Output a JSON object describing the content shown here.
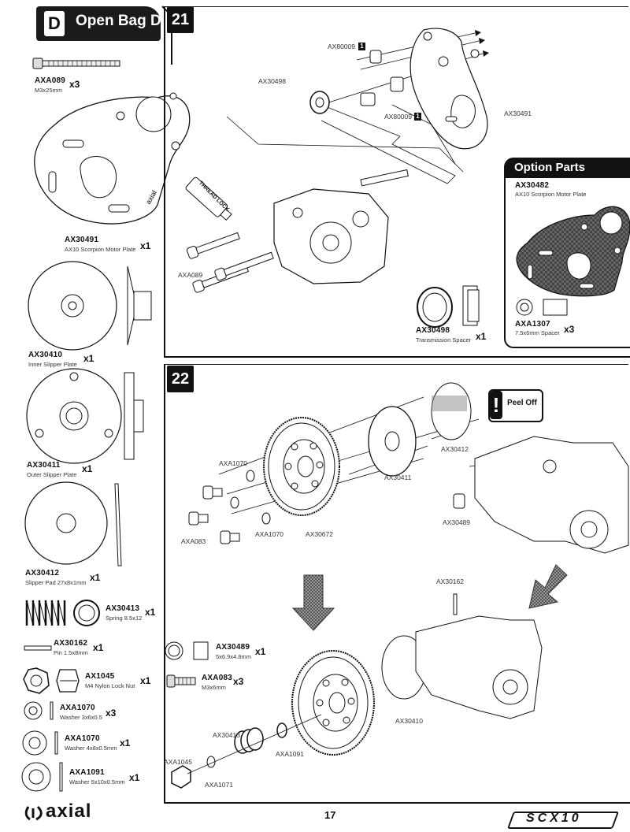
{
  "bag": {
    "letter": "D",
    "title": "Open Bag D"
  },
  "parts": [
    {
      "code": "AXA089",
      "desc": "M3x25mm",
      "qty": "x3"
    },
    {
      "code": "AX30491",
      "desc": "AX10 Scorpion Motor Plate",
      "qty": "x1"
    },
    {
      "code": "AX30410",
      "desc": "Inner Slipper Plate",
      "qty": "x1"
    },
    {
      "code": "AX30411",
      "desc": "Outer Slipper Plate",
      "qty": "x1"
    },
    {
      "code": "AX30412",
      "desc": "Slipper Pad 27x8x1mm",
      "qty": "x1"
    },
    {
      "code": "AX30413",
      "desc": "Spring 8.5x12",
      "qty": "x1"
    },
    {
      "code": "AX30162",
      "desc": "Pin 1.5x8mm",
      "qty": "x1"
    },
    {
      "code": "AX1045",
      "desc": "M4 Nylon Lock Nut",
      "qty": "x1"
    },
    {
      "code": "AXA1070",
      "desc": "Washer 3x6x0.5",
      "qty": "x3"
    },
    {
      "code": "AXA1070",
      "desc": "Washer 4x8x0.5mm",
      "qty": "x1"
    },
    {
      "code": "AXA1091",
      "desc": "Washer 5x10x0.5mm",
      "qty": "x1"
    },
    {
      "code": "AX30489",
      "desc": "5x6.9x4.8mm",
      "qty": "x1"
    },
    {
      "code": "AXA083",
      "desc": "M3x6mm",
      "qty": "x3"
    }
  ],
  "step21": {
    "number": "21",
    "labels": {
      "ax80009_top": "AX80009",
      "ax30498": "AX30498",
      "ax80009_mid": "AX80009",
      "ax30491": "AX30491",
      "axa089": "AXA089",
      "thread_lock": "THREAD LOCK"
    },
    "callout_badge": "1",
    "extra_part": {
      "code": "AX30498",
      "desc": "Transmission Spacer",
      "qty": "x1"
    }
  },
  "option": {
    "title": "Option Parts",
    "part1": {
      "code": "AX30482",
      "desc": "AX10 Scorpion Motor Plate"
    },
    "part2": {
      "code": "AXA1307",
      "desc": "7.5x6mm Spacer",
      "qty": "x3"
    }
  },
  "step22": {
    "number": "22",
    "peel": {
      "icon": "!",
      "text": "Peel Off"
    },
    "labels": {
      "axa1070_a": "AXA1070",
      "axa083": "AXA083",
      "axa1070_b": "AXA1070",
      "ax30672": "AX30672",
      "ax30411": "AX30411",
      "ax30412": "AX30412",
      "ax30489": "AX30489",
      "ax30162": "AX30162",
      "ax30410": "AX30410",
      "ax30413": "AX30413",
      "axa1091": "AXA1091",
      "axa1045": "AXA1045",
      "axa1071": "AXA1071"
    }
  },
  "footer": {
    "logo": "axial",
    "page": "17",
    "brand": "SCX10"
  },
  "colors": {
    "ink": "#111111",
    "panel_line": "#111111",
    "carbon": "#555555"
  }
}
